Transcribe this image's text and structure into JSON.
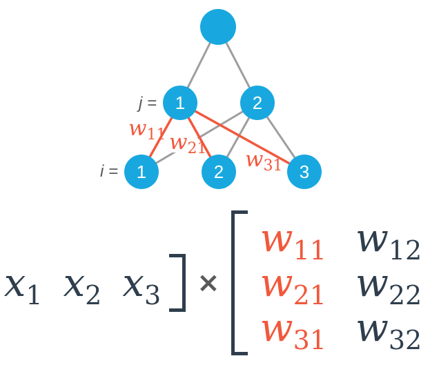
{
  "colors": {
    "node_fill": "#18A8DF",
    "node_text": "#FFFFFF",
    "edge_gray": "#9E9E9E",
    "edge_highlight": "#F1583C",
    "axis_label_gray": "#58595B",
    "math_color": "#2F3E4D",
    "highlight_text": "#F1583C",
    "highlight_box": "#FFFFFF",
    "page_bg": "#FFFFFF"
  },
  "network": {
    "output_node": {
      "label": ""
    },
    "hidden_layer": {
      "index_label": "j =",
      "nodes": [
        {
          "label": "1"
        },
        {
          "label": "2"
        }
      ]
    },
    "input_layer": {
      "index_label": "i =",
      "nodes": [
        {
          "label": "1"
        },
        {
          "label": "2"
        },
        {
          "label": "3"
        }
      ]
    },
    "weight_labels": [
      {
        "base": "w",
        "sub": "11"
      },
      {
        "base": "w",
        "sub": "21"
      },
      {
        "base": "w",
        "sub": "31"
      }
    ]
  },
  "equation": {
    "vector": {
      "entries": [
        {
          "base": "x",
          "sub": "1"
        },
        {
          "base": "x",
          "sub": "2"
        },
        {
          "base": "x",
          "sub": "3"
        }
      ]
    },
    "operator": "×",
    "matrix": {
      "rows": [
        [
          {
            "base": "w",
            "sub": "11",
            "highlighted": true
          },
          {
            "base": "w",
            "sub": "12",
            "highlighted": false
          }
        ],
        [
          {
            "base": "w",
            "sub": "21",
            "highlighted": true
          },
          {
            "base": "w",
            "sub": "22",
            "highlighted": false
          }
        ],
        [
          {
            "base": "w",
            "sub": "31",
            "highlighted": true
          },
          {
            "base": "w",
            "sub": "32",
            "highlighted": false
          }
        ]
      ]
    }
  }
}
